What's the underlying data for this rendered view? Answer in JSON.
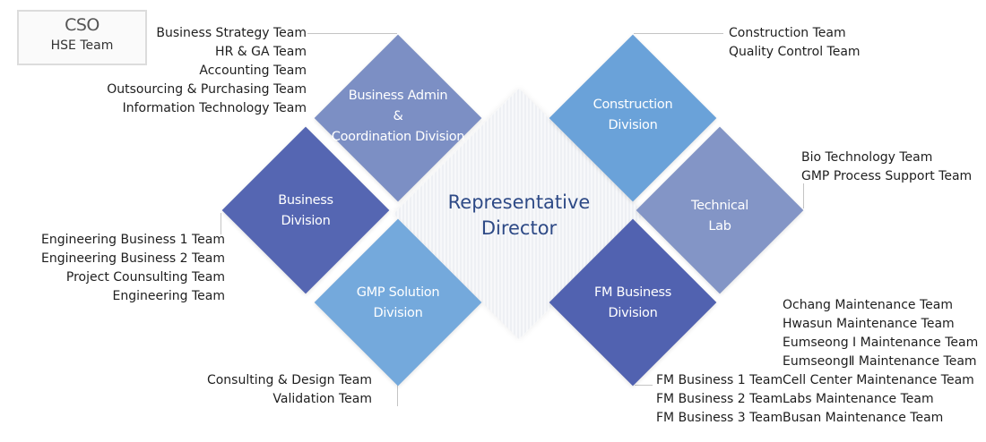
{
  "cso": {
    "title": "CSO",
    "team": "HSE Team"
  },
  "center": {
    "line1": "Representative",
    "line2": "Director"
  },
  "divisions": {
    "business_admin": {
      "lines": [
        "Business Admin",
        "&",
        "Coordination Division"
      ],
      "color": "#7c8fc4",
      "teams": [
        "Business Strategy Team",
        "HR & GA Team",
        "Accounting Team",
        "Outsourcing & Purchasing Team",
        "Information Technology Team"
      ]
    },
    "construction": {
      "lines": [
        "Construction",
        "Division"
      ],
      "color": "#6aa2d9",
      "teams": [
        "Construction Team",
        "Quality Control Team"
      ]
    },
    "business": {
      "lines": [
        "Business",
        "Division"
      ],
      "color": "#5566b2",
      "teams": [
        "Engineering Business 1 Team",
        "Engineering Business 2 Team",
        "Project Counsulting Team",
        "Engineering Team"
      ]
    },
    "technical_lab": {
      "lines": [
        "Technical",
        "Lab"
      ],
      "color": "#8395c6",
      "teams": [
        "Bio Technology Team",
        "GMP Process Support Team"
      ]
    },
    "gmp_solution": {
      "lines": [
        "GMP Solution",
        "Division"
      ],
      "color": "#74a9dc",
      "teams": [
        "Consulting & Design Team",
        "Validation Team"
      ]
    },
    "fm_business": {
      "lines": [
        "FM Business",
        "Division"
      ],
      "color": "#5162b0",
      "teams": [
        "FM Business 1 Team",
        "FM Business 2 Team",
        "FM Business 3 Team"
      ],
      "maintenance_teams": [
        "Ochang Maintenance Team",
        "Hwasun Maintenance Team",
        "Eumseong Ⅰ Maintenance Team",
        "EumseongⅡ Maintenance Team",
        "Cell Center Maintenance Team",
        "Labs Maintenance Team",
        "Busan Maintenance Team"
      ]
    }
  }
}
